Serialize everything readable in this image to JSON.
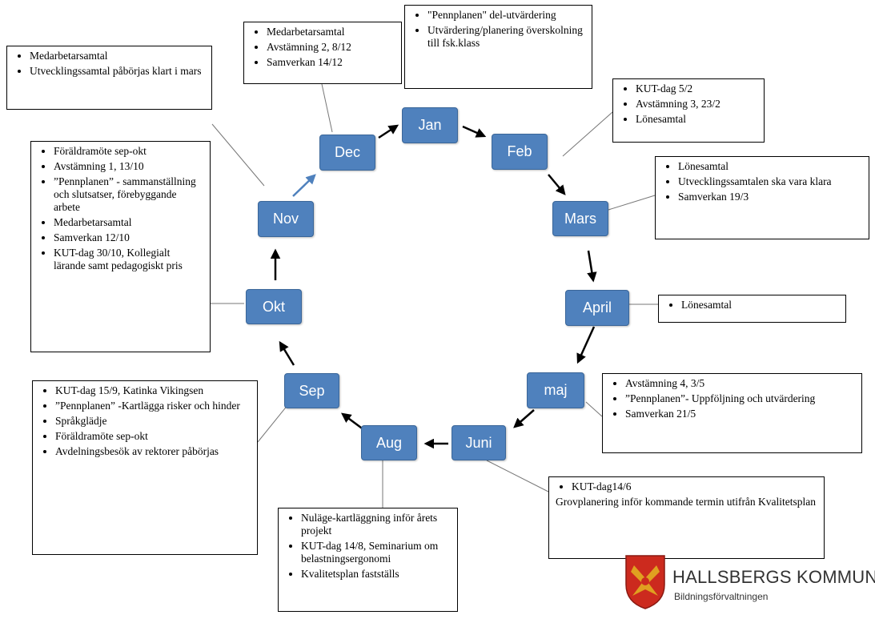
{
  "colors": {
    "month_box": "#4f81bd",
    "arrow": "#000000",
    "nov_dec_arrow": "#4f81bd"
  },
  "months": {
    "jan": "Jan",
    "feb": "Feb",
    "mars": "Mars",
    "april": "April",
    "maj": "maj",
    "juni": "Juni",
    "aug": "Aug",
    "sep": "Sep",
    "okt": "Okt",
    "nov": "Nov",
    "dec": "Dec"
  },
  "notes": {
    "dec": [
      "Medarbetarsamtal",
      "Avstämning 2, 8/12",
      "Samverkan 14/12"
    ],
    "jan": [
      "\"Pennplanen\" del-utvärdering",
      "Utvärdering/planering överskolning till fsk.klass"
    ],
    "nov": [
      "Medarbetarsamtal",
      "Utvecklingssamtal påbörjas klart i mars"
    ],
    "feb": [
      "KUT-dag 5/2",
      "Avstämning 3, 23/2",
      "Lönesamtal"
    ],
    "mars": [
      "Lönesamtal",
      "Utvecklingssamtalen ska vara klara",
      "Samverkan 19/3"
    ],
    "okt": [
      "Föräldramöte sep-okt",
      "Avstämning 1, 13/10",
      "”Pennplanen” - sammanställning och slutsatser, förebyggande arbete",
      "Medarbetarsamtal",
      "Samverkan 12/10",
      "KUT-dag 30/10, Kollegialt lärande samt pedagogiskt pris"
    ],
    "april": [
      "Lönesamtal"
    ],
    "maj": [
      "Avstämning 4, 3/5",
      "”Pennplanen”- Uppföljning och utvärdering",
      "Samverkan 21/5"
    ],
    "sep": [
      "KUT-dag 15/9, Katinka Vikingsen",
      "”Pennplanen” -Kartlägga risker och hinder",
      "Språkglädje",
      "Föräldramöte sep-okt",
      "Avdelningsbesök av rektorer påbörjas"
    ],
    "juni": {
      "bullet": "KUT-dag14/6",
      "text": "Grovplanering inför kommande termin utifrån Kvalitetsplan"
    },
    "aug": [
      "Nuläge-kartläggning inför årets projekt",
      "KUT-dag 14/8, Seminarium om belastningsergonomi",
      "Kvalitetsplan fastställs"
    ]
  },
  "logo": {
    "name": "HALLSBERGS KOMMUN",
    "sub": "Bildningsförvaltningen",
    "shield_color": "#cc2a1e",
    "emblem_color": "#e0a020"
  }
}
